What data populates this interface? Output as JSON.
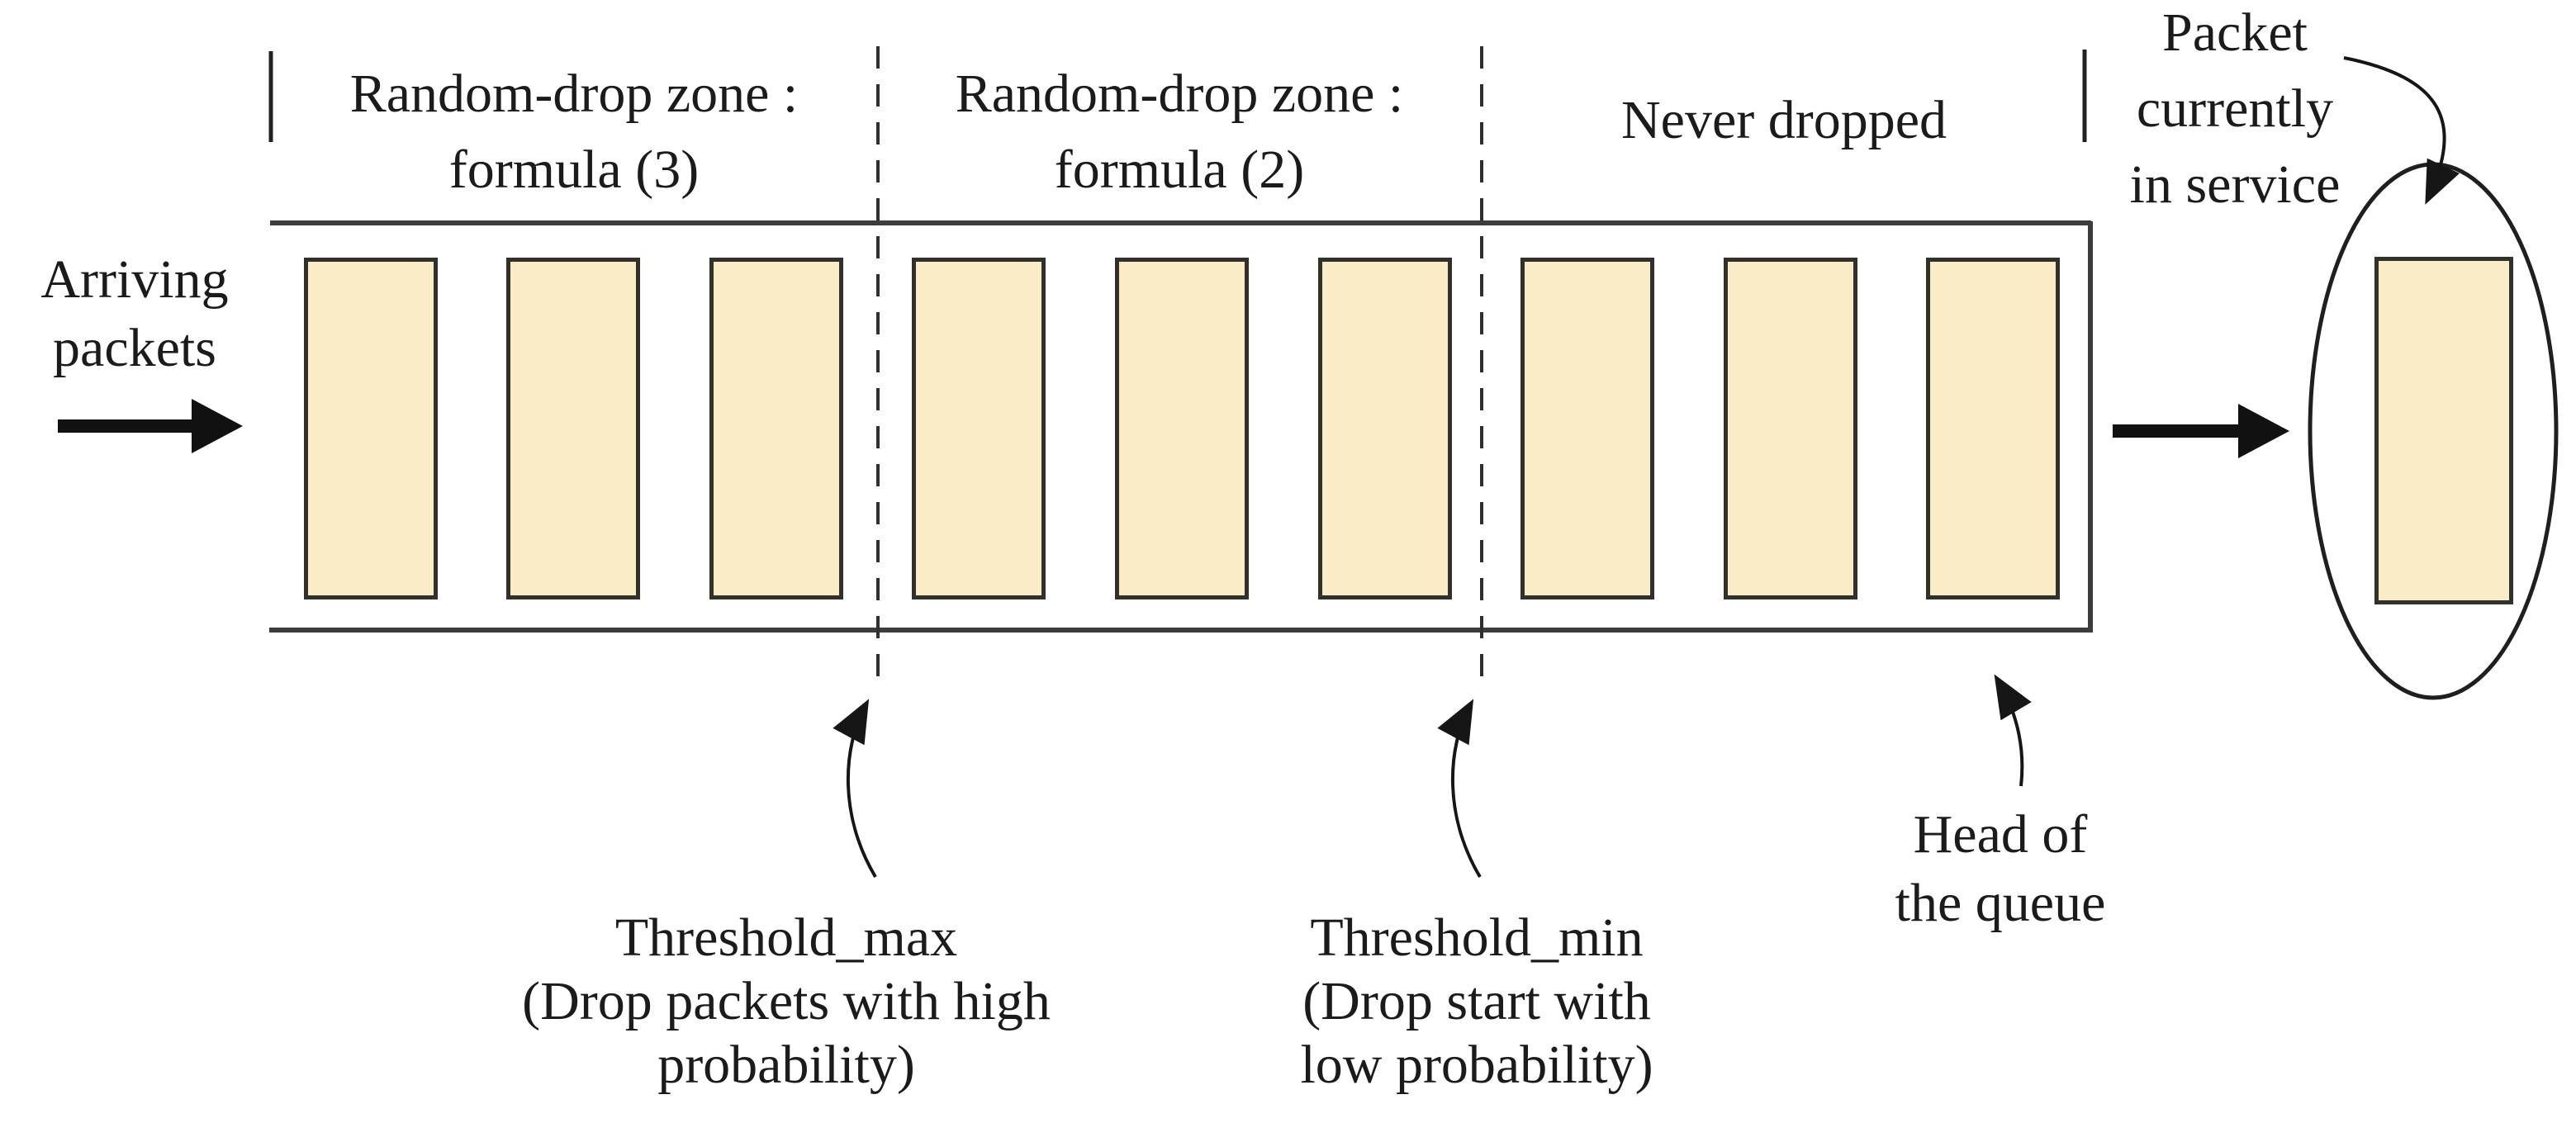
{
  "colors": {
    "background": "#ffffff",
    "ink": "#1b1b1b",
    "queue_line": "#3d3d3d",
    "packet_fill": "#faecc7",
    "packet_border": "#31302b"
  },
  "diagram": {
    "arriving": {
      "line1": "Arriving",
      "line2": "packets"
    },
    "zones": [
      {
        "line1": "Random-drop zone :",
        "line2": "formula (3)"
      },
      {
        "line1": "Random-drop zone :",
        "line2": "formula (2)"
      },
      {
        "label": "Never dropped"
      }
    ],
    "queue": {
      "packet_count": 9
    },
    "service_label": {
      "line1": "Packet",
      "line2": "currently",
      "line3": "in service"
    },
    "threshold_max": {
      "line1": "Threshold_max",
      "line2": "(Drop packets with high",
      "line3": "probability)"
    },
    "threshold_min": {
      "line1": "Threshold_min",
      "line2": "(Drop start with",
      "line3": "low probability)"
    },
    "head_of_queue": {
      "line1": "Head of",
      "line2": "the queue"
    }
  }
}
